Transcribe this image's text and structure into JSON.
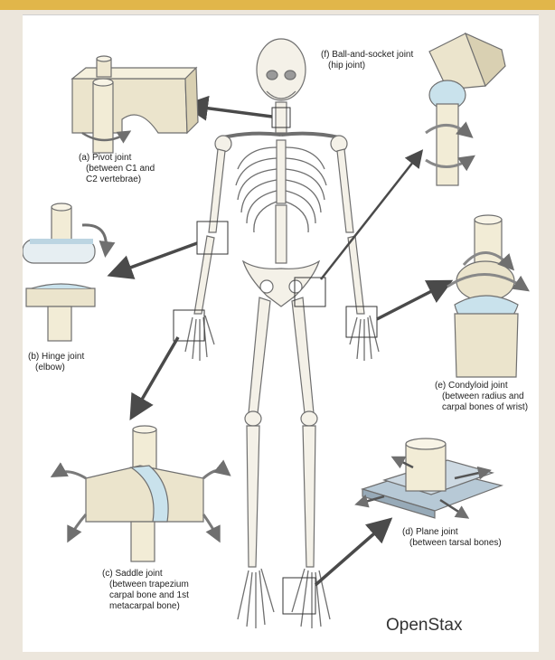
{
  "labels": {
    "pivot": {
      "title": "(a) Pivot joint",
      "lines": [
        "(between C1 and",
        "C2 vertebrae)"
      ]
    },
    "hinge": {
      "title": "(b) Hinge joint",
      "lines": [
        "(elbow)"
      ]
    },
    "saddle": {
      "title": "(c) Saddle joint",
      "lines": [
        "(between trapezium",
        "carpal bone and 1st",
        "metacarpal bone)"
      ]
    },
    "plane": {
      "title": "(d) Plane joint",
      "lines": [
        "(between tarsal bones)"
      ]
    },
    "condyloid": {
      "title": "(e) Condyloid joint",
      "lines": [
        "(between radius and",
        "carpal bones of wrist)"
      ]
    },
    "ball": {
      "title": "(f) Ball-and-socket joint",
      "lines": [
        "(hip joint)"
      ]
    }
  },
  "credit": "OpenStax",
  "colors": {
    "accent_bar": "#e1b64a",
    "background": "#ece6dc",
    "bone_fill": "#f3efe2",
    "bone_stroke": "#6f6f6f",
    "joint_shade": "#c9e2ec",
    "arrow": "#4a4a4a",
    "plane_plate": "#b7c9d6"
  }
}
